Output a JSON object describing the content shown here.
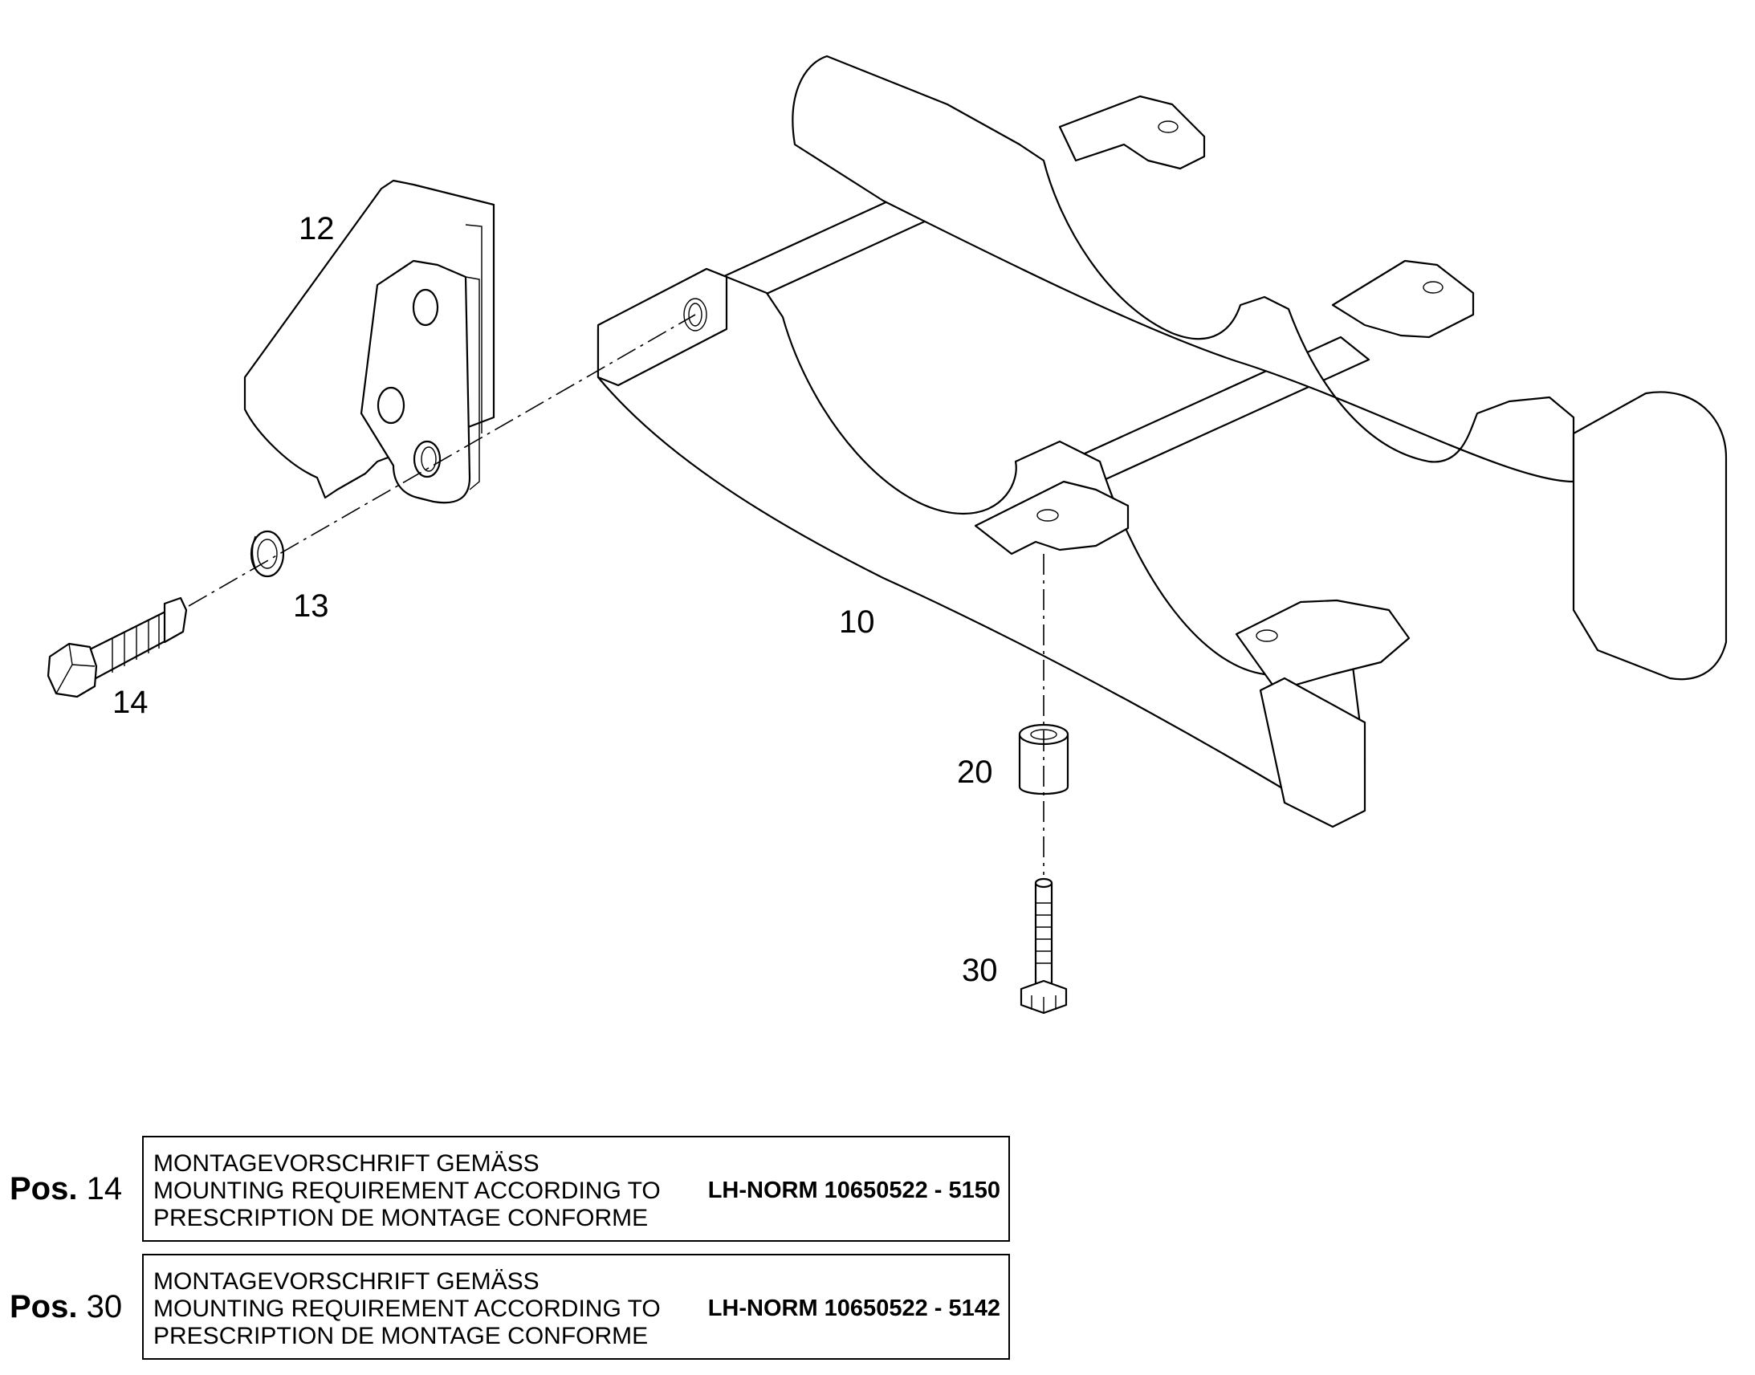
{
  "callouts": {
    "p10": "10",
    "p12": "12",
    "p13": "13",
    "p14": "14",
    "p20": "20",
    "p30": "30"
  },
  "notes": [
    {
      "pos_word": "Pos.",
      "pos_num": "14",
      "lines": [
        "MONTAGEVORSCHRIFT GEMÄSS",
        "MOUNTING REQUIREMENT ACCORDING TO",
        "PRESCRIPTION DE MONTAGE CONFORME"
      ],
      "norm": "LH-NORM 10650522 - 5150"
    },
    {
      "pos_word": "Pos.",
      "pos_num": "30",
      "lines": [
        "MONTAGEVORSCHRIFT GEMÄSS",
        "MOUNTING REQUIREMENT ACCORDING TO",
        "PRESCRIPTION DE MONTAGE CONFORME"
      ],
      "norm": "LH-NORM 10650522 - 5142"
    }
  ]
}
